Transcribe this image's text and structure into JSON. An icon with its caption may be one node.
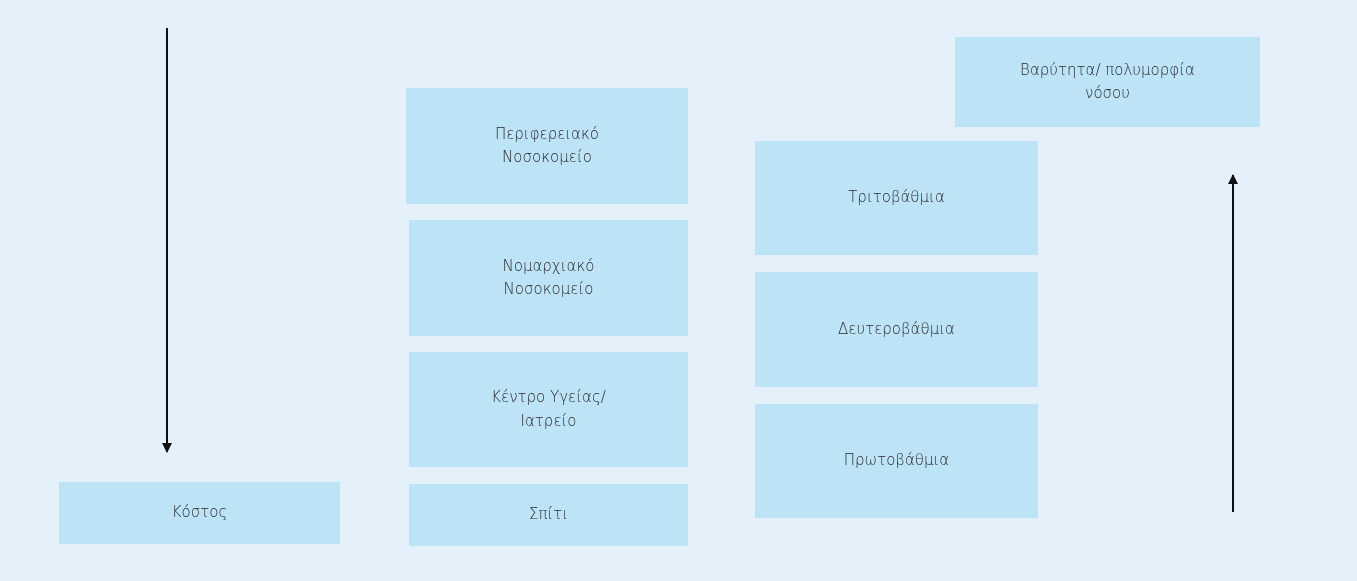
{
  "diagram": {
    "nodes": [
      {
        "text": [
          "Κόστος"
        ]
      },
      {
        "text": [
          "Περιφερειακό Νοσοκομείο"
        ]
      },
      {
        "text": [
          "Νομαρχιακό Νοσοκομείο"
        ]
      },
      {
        "text": [
          "Κέντρο Υγείας/Ιατρείο"
        ]
      },
      {
        "text": [
          "Σπίτι"
        ]
      },
      {
        "text": [
          "Τριτοβάθμια"
        ]
      },
      {
        "text": [
          "Δευτεροβάθμια"
        ]
      },
      {
        "text": [
          "Πρωτοβάθμια"
        ]
      },
      {
        "text": [
          "Βαρύτητα/ πολυμορφία νόσου"
        ]
      }
    ]
  }
}
